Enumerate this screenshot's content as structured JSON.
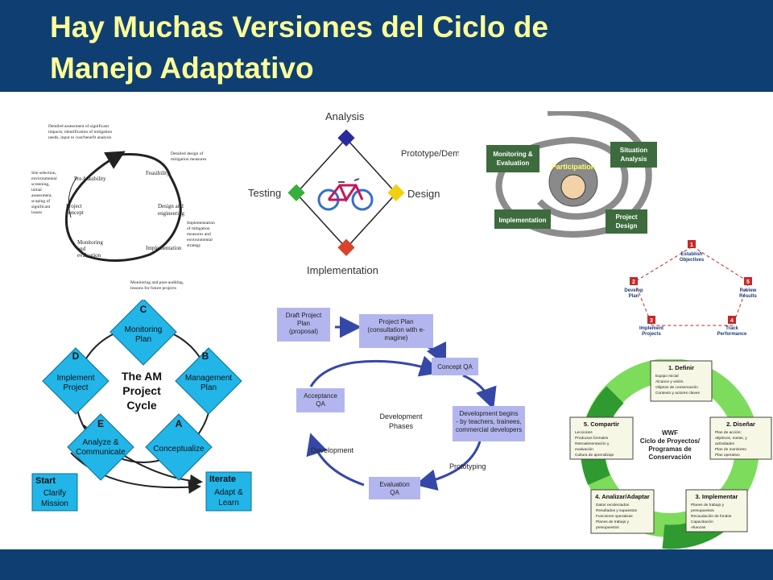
{
  "slide": {
    "title_line1": "Hay Muchas Versiones del Ciclo de",
    "title_line2": "Manejo Adaptativo",
    "colors": {
      "header": "#0f3f72",
      "title_text": "#ffff99"
    }
  },
  "diagram1": {
    "nodes": [
      "Pre-feasibility",
      "Feasibility",
      "Design and",
      "engineering",
      "Implementation",
      "Monitoring",
      "and",
      "evaluation",
      "Project",
      "concept"
    ],
    "notes": [
      [
        "Detailed assessment of significant",
        "impacts, identification of mitigation",
        "needs, input to cost/benefit analysis"
      ],
      [
        "Detailed design of",
        "mitigation measures"
      ],
      [
        "Implementation",
        "of mitigation",
        "measures and",
        "environmental",
        "strategy"
      ],
      [
        "Monitoring and post-auditing,",
        "lessons for future projects"
      ],
      [
        "Site selection,",
        "environmental",
        "screening,",
        "initial",
        "assessment,",
        "scoping of",
        "significant",
        "issues"
      ]
    ]
  },
  "diagram2": {
    "top": "Analysis",
    "right": "Design",
    "bottom": "Implementation",
    "left": "Testing",
    "proto": "Prototype/Demo"
  },
  "diagram3": {
    "boxes": [
      "Monitoring &",
      "Evaluation",
      "Situation",
      "Analysis",
      "Implementation",
      "Project",
      "Design"
    ],
    "center": "Participation"
  },
  "diagram4": {
    "steps": [
      {
        "num": "1",
        "lines": [
          "Establish",
          "Objectives"
        ]
      },
      {
        "num": "2",
        "lines": [
          "Develop",
          "Plan"
        ]
      },
      {
        "num": "5",
        "lines": [
          "Review",
          "Results"
        ]
      },
      {
        "num": "3",
        "lines": [
          "Implement",
          "Projects"
        ]
      },
      {
        "num": "4",
        "lines": [
          "Track",
          "Performance"
        ]
      }
    ]
  },
  "diagram5": {
    "nodes": [
      {
        "letter": "C",
        "lines": [
          "Monitoring",
          "Plan"
        ]
      },
      {
        "letter": "D",
        "lines": [
          "Implement",
          "Project"
        ]
      },
      {
        "letter": "B",
        "lines": [
          "Management",
          "Plan"
        ]
      },
      {
        "letter": "E",
        "lines": [
          "Analyze &",
          "Communicate"
        ]
      },
      {
        "letter": "A",
        "lines": [
          "Conceptualize"
        ]
      }
    ],
    "center": [
      "The AM",
      "Project",
      "Cycle"
    ],
    "start": {
      "head": "Start",
      "lines": [
        "Clarify",
        "Mission"
      ]
    },
    "iterate": {
      "head": "Iterate",
      "lines": [
        "Adapt &",
        "Learn"
      ]
    }
  },
  "diagram6": {
    "boxes": [
      [
        "Draft Project",
        "Plan",
        "(proposal)"
      ],
      [
        "Project Plan",
        "(consultation with e-",
        "magine)"
      ],
      [
        "Concept QA"
      ],
      [
        "Development begins",
        "- by teachers, trainees,",
        "commercial developers"
      ],
      [
        "Evaluation",
        "QA"
      ],
      [
        "Acceptance",
        "QA"
      ]
    ],
    "center": [
      "Development",
      "Phases"
    ],
    "labels": [
      "Development",
      "Prototyping"
    ]
  },
  "diagram7": {
    "center": [
      "WWF",
      "Ciclo de Proyectos/",
      "Programas de",
      "Conservación"
    ],
    "boxes": [
      {
        "title": "1. Definir",
        "items": [
          "Equipo Inicial",
          "Alcance y visión",
          "Objetos de conservación",
          "Contexto y actores claves"
        ]
      },
      {
        "title": "2. Diseñar",
        "items": [
          "Plan de acción:",
          "objetivos, metas, y",
          "actividades",
          "Plan de monitoreo",
          "Plan operativo"
        ]
      },
      {
        "title": "3. Implementar",
        "items": [
          "Planes de trabajo y",
          "presupuestos",
          "Recaudación de fondos",
          "Capacitación",
          "Alianzas"
        ]
      },
      {
        "title": "4. Analizar/Adaptar",
        "items": [
          "Datos recolectados",
          "Resultados y supuestos",
          "Funciones operativas",
          "Planes de trabajo y",
          "presupuestos"
        ]
      },
      {
        "title": "5. Compartir",
        "items": [
          "Lecciones",
          "Productos formales",
          "Retroalimentación y",
          "evaluación",
          "Cultura de aprendizaje"
        ]
      }
    ]
  }
}
